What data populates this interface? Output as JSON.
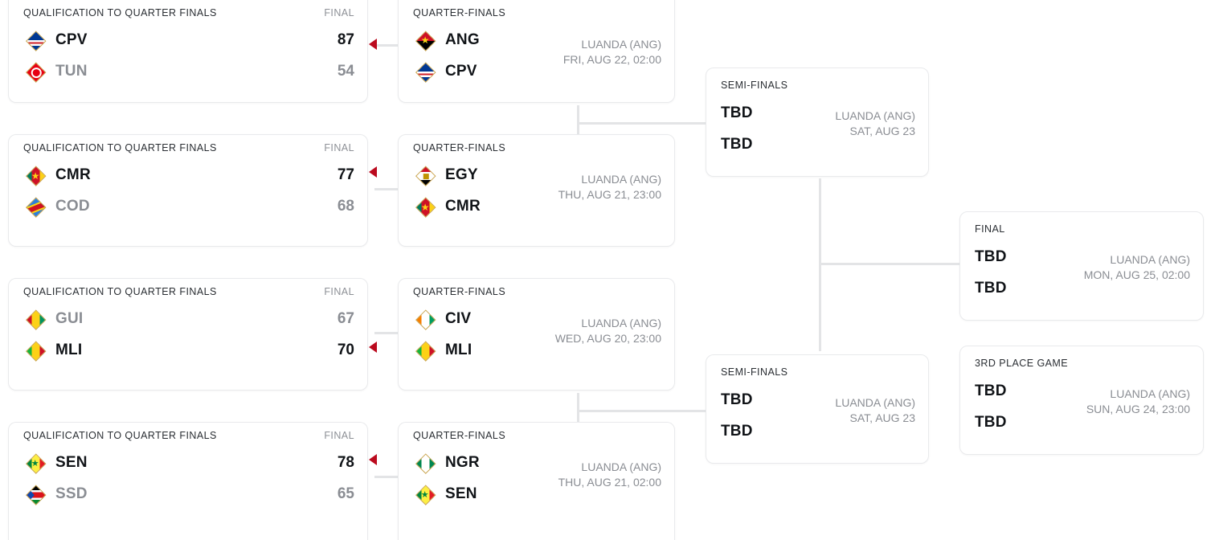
{
  "labels": {
    "qualification": "QUALIFICATION TO QUARTER FINALS",
    "final_col": "FINAL",
    "quarter_finals": "QUARTER-FINALS",
    "semi_finals": "SEMI-FINALS",
    "final_round": "FINAL",
    "third_place": "3RD PLACE GAME",
    "tbd": "TBD"
  },
  "colors": {
    "winner_arrow": "#bb0a1e",
    "connector": "#e3e4e6",
    "card_border": "#e9eaec",
    "text_primary": "#111418",
    "text_muted": "#8a8d93"
  },
  "qualification": [
    {
      "round": "QUALIFICATION TO QUARTER FINALS",
      "status": "FINAL",
      "teams": [
        {
          "code": "CPV",
          "score": "87",
          "winner": true,
          "flag": "flag-cpv"
        },
        {
          "code": "TUN",
          "score": "54",
          "winner": false,
          "flag": "flag-tun"
        }
      ]
    },
    {
      "round": "QUALIFICATION TO QUARTER FINALS",
      "status": "FINAL",
      "teams": [
        {
          "code": "CMR",
          "score": "77",
          "winner": true,
          "flag": "flag-cmr"
        },
        {
          "code": "COD",
          "score": "68",
          "winner": false,
          "flag": "flag-cod"
        }
      ]
    },
    {
      "round": "QUALIFICATION TO QUARTER FINALS",
      "status": "FINAL",
      "teams": [
        {
          "code": "GUI",
          "score": "67",
          "winner": false,
          "flag": "flag-gui"
        },
        {
          "code": "MLI",
          "score": "70",
          "winner": true,
          "flag": "flag-mli"
        }
      ]
    },
    {
      "round": "QUALIFICATION TO QUARTER FINALS",
      "status": "FINAL",
      "teams": [
        {
          "code": "SEN",
          "score": "78",
          "winner": true,
          "flag": "flag-sen"
        },
        {
          "code": "SSD",
          "score": "65",
          "winner": false,
          "flag": "flag-ssd"
        }
      ]
    }
  ],
  "quarter_finals": [
    {
      "round": "QUARTER-FINALS",
      "venue": "LUANDA (ANG)",
      "datetime": "FRI, AUG 22, 02:00",
      "teams": [
        {
          "code": "ANG",
          "flag": "flag-ang"
        },
        {
          "code": "CPV",
          "flag": "flag-cpv"
        }
      ]
    },
    {
      "round": "QUARTER-FINALS",
      "venue": "LUANDA (ANG)",
      "datetime": "THU, AUG 21, 23:00",
      "teams": [
        {
          "code": "EGY",
          "flag": "flag-egy"
        },
        {
          "code": "CMR",
          "flag": "flag-cmr"
        }
      ]
    },
    {
      "round": "QUARTER-FINALS",
      "venue": "LUANDA (ANG)",
      "datetime": "WED, AUG 20, 23:00",
      "teams": [
        {
          "code": "CIV",
          "flag": "flag-civ"
        },
        {
          "code": "MLI",
          "flag": "flag-mli"
        }
      ]
    },
    {
      "round": "QUARTER-FINALS",
      "venue": "LUANDA (ANG)",
      "datetime": "THU, AUG 21, 02:00",
      "teams": [
        {
          "code": "NGR",
          "flag": "flag-ngr"
        },
        {
          "code": "SEN",
          "flag": "flag-sen"
        }
      ]
    }
  ],
  "semi_finals": [
    {
      "round": "SEMI-FINALS",
      "venue": "LUANDA (ANG)",
      "datetime": "SAT, AUG 23",
      "teams": [
        {
          "code": "TBD"
        },
        {
          "code": "TBD"
        }
      ]
    },
    {
      "round": "SEMI-FINALS",
      "venue": "LUANDA (ANG)",
      "datetime": "SAT, AUG 23",
      "teams": [
        {
          "code": "TBD"
        },
        {
          "code": "TBD"
        }
      ]
    }
  ],
  "final": {
    "round": "FINAL",
    "venue": "LUANDA (ANG)",
    "datetime": "MON, AUG 25, 02:00",
    "teams": [
      {
        "code": "TBD"
      },
      {
        "code": "TBD"
      }
    ]
  },
  "third_place": {
    "round": "3RD PLACE GAME",
    "venue": "LUANDA (ANG)",
    "datetime": "SUN, AUG 24, 23:00",
    "teams": [
      {
        "code": "TBD"
      },
      {
        "code": "TBD"
      }
    ]
  }
}
